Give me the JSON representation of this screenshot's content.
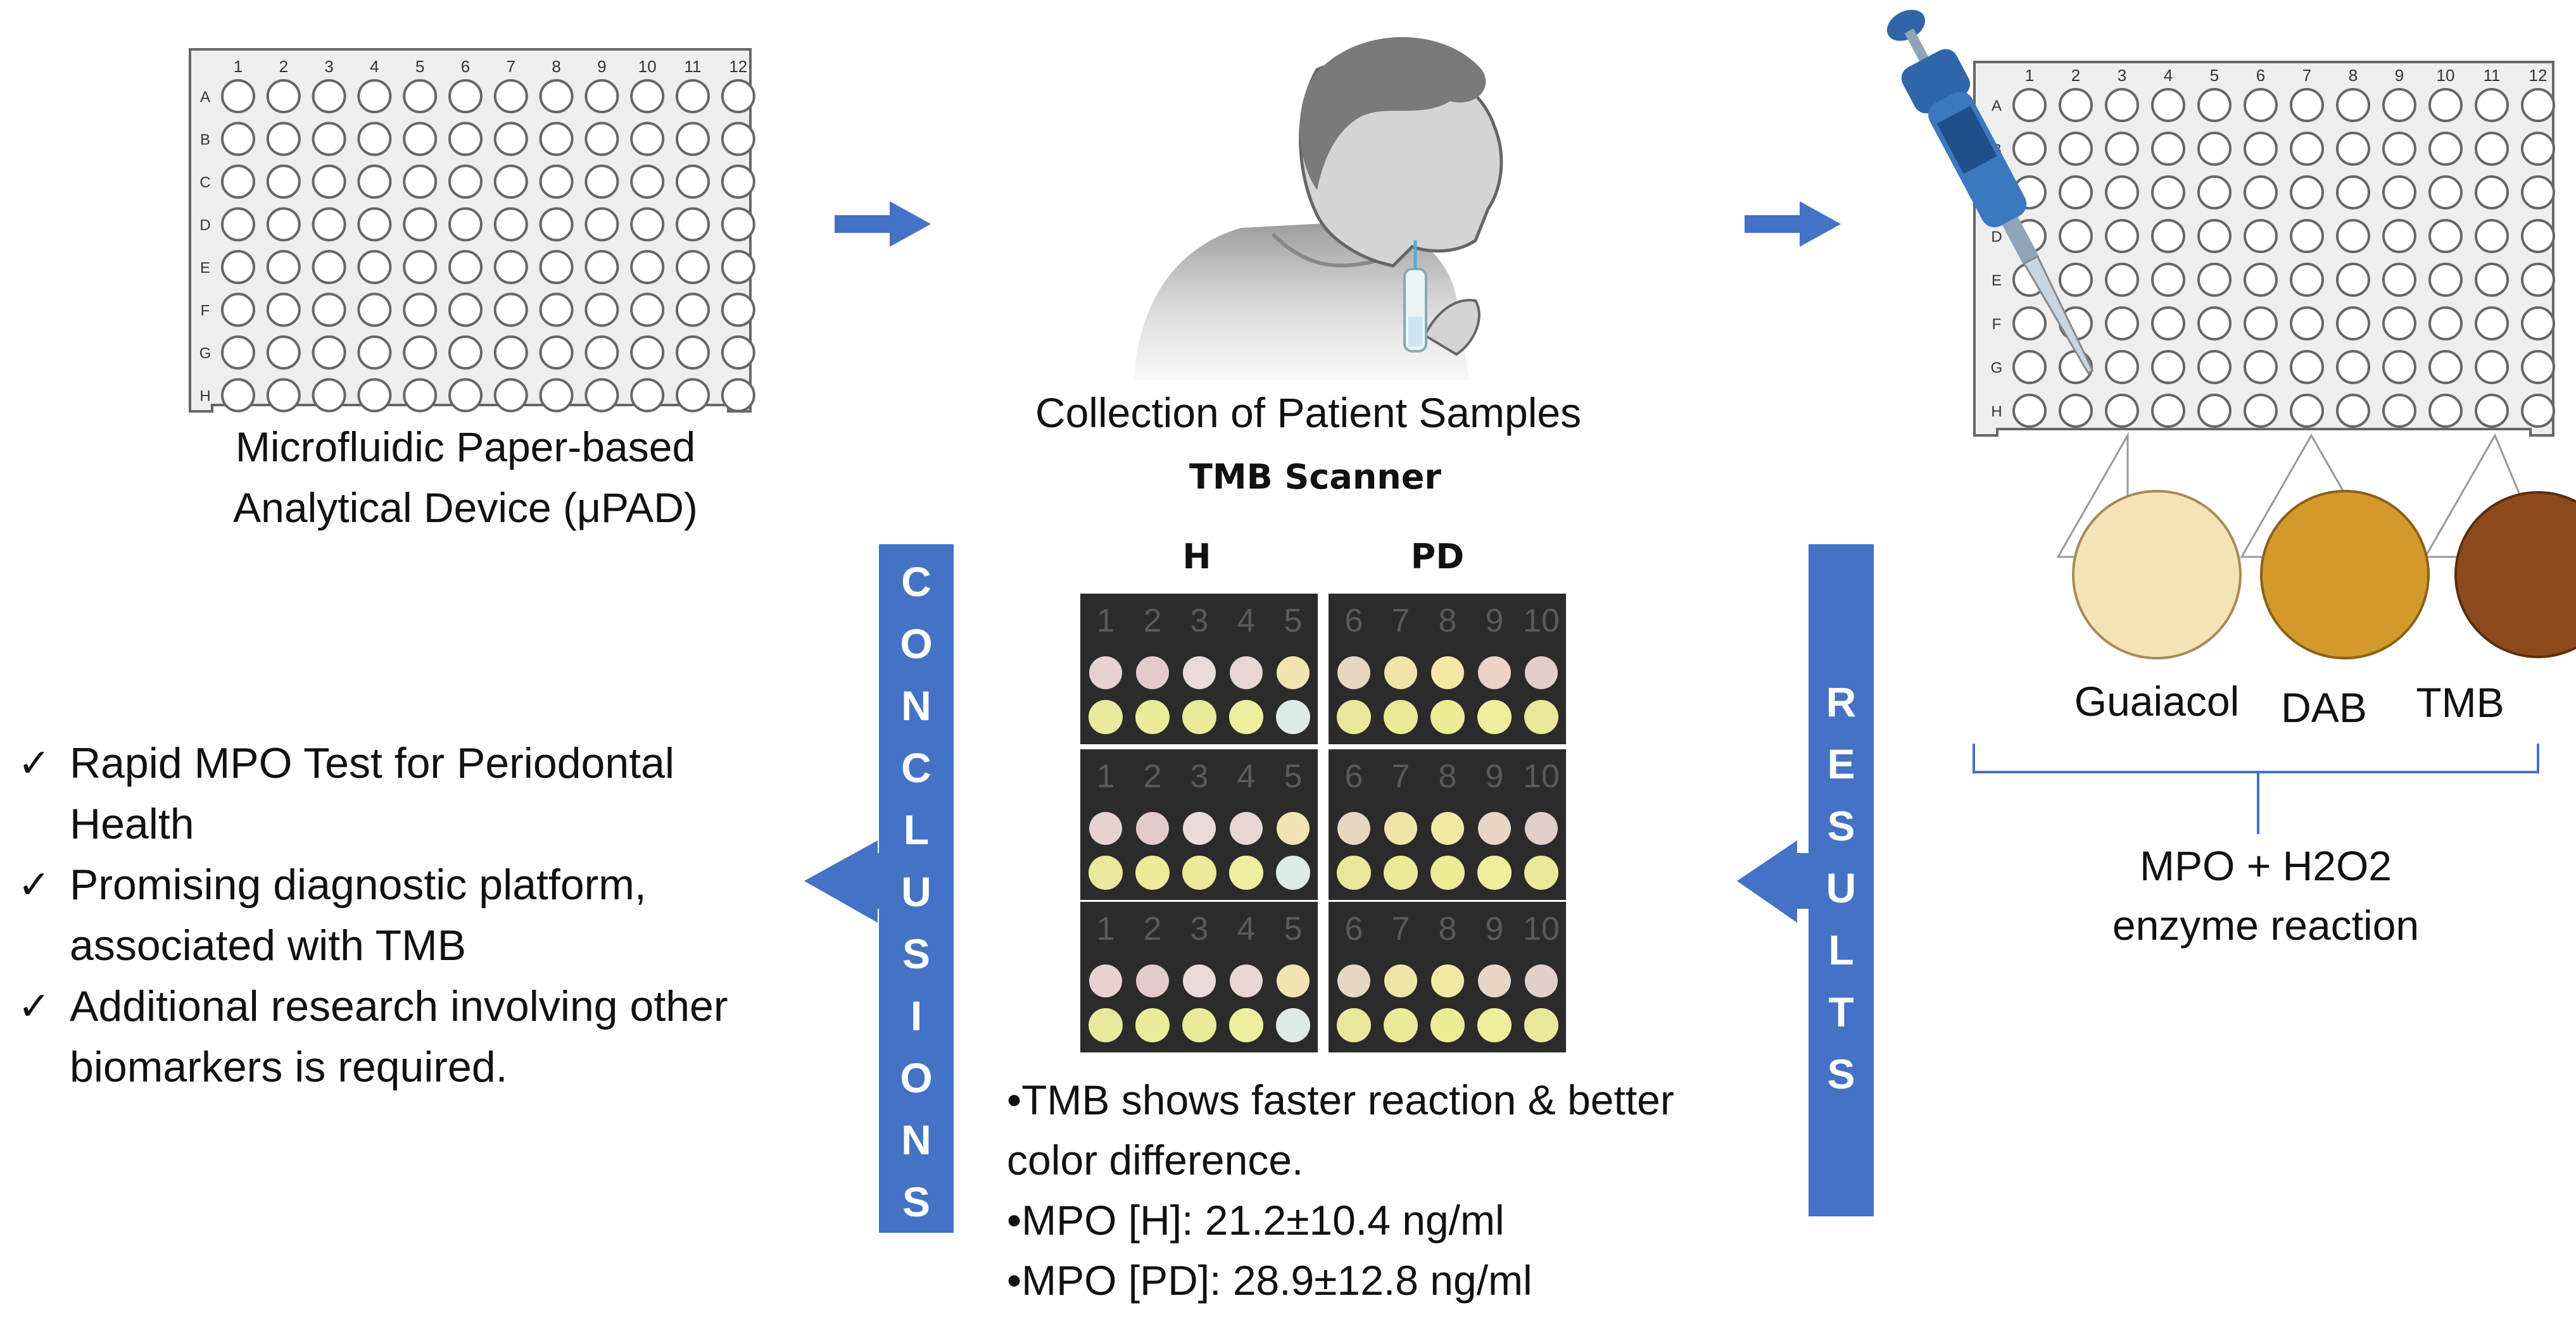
{
  "device": {
    "caption_line1": "Microfluidic Paper-based",
    "caption_line2": "Analytical Device (μPAD)"
  },
  "plate": {
    "columns": [
      "1",
      "2",
      "3",
      "4",
      "5",
      "6",
      "7",
      "8",
      "9",
      "10",
      "11",
      "12"
    ],
    "rows": [
      "A",
      "B",
      "C",
      "D",
      "E",
      "F",
      "G",
      "H"
    ]
  },
  "collection": {
    "caption": "Collection of Patient Samples"
  },
  "scanner": {
    "title": "TMB Scanner",
    "group_h": "H",
    "group_pd": "PD",
    "numbers_h": [
      "1",
      "2",
      "3",
      "4",
      "5"
    ],
    "numbers_pd": [
      "6",
      "7",
      "8",
      "9",
      "10"
    ]
  },
  "reagents": {
    "guaiacol": "Guaiacol",
    "dab": "DAB",
    "tmb": "TMB"
  },
  "reaction": {
    "line1": "MPO + H2O2",
    "line2": "enzyme reaction"
  },
  "results_label": [
    "R",
    "E",
    "S",
    "U",
    "L",
    "T",
    "S"
  ],
  "conclusions_label": [
    "C",
    "O",
    "N",
    "C",
    "L",
    "U",
    "S",
    "I",
    "O",
    "N",
    "S"
  ],
  "findings": {
    "line1": "•TMB shows faster reaction & better",
    "line2": "color difference.",
    "line3": "•MPO [H]: 21.2±10.4 ng/ml",
    "line4": "•MPO [PD]: 28.9±12.8 ng/ml"
  },
  "conclusions": {
    "check_glyph": "✓",
    "items": [
      {
        "line1": "Rapid MPO Test for Periodontal",
        "line2": "Health"
      },
      {
        "line1": "Promising diagnostic platform,",
        "line2": "associated with TMB"
      },
      {
        "line1": "Additional research involving other",
        "line2": "biomarkers is required."
      }
    ]
  },
  "colors": {
    "accent_blue": "#4472c4",
    "guaiacol": "#f4e3b6",
    "dab": "#d39a2b",
    "tmb": "#8c4a1c",
    "plate_fill": "#eeeeee",
    "plate_stroke": "#666666"
  },
  "icons": [
    "right-arrow-icon",
    "left-arrow-icon",
    "pipette-icon",
    "patient-icon",
    "sample-tube-icon",
    "checkmark-icon"
  ]
}
